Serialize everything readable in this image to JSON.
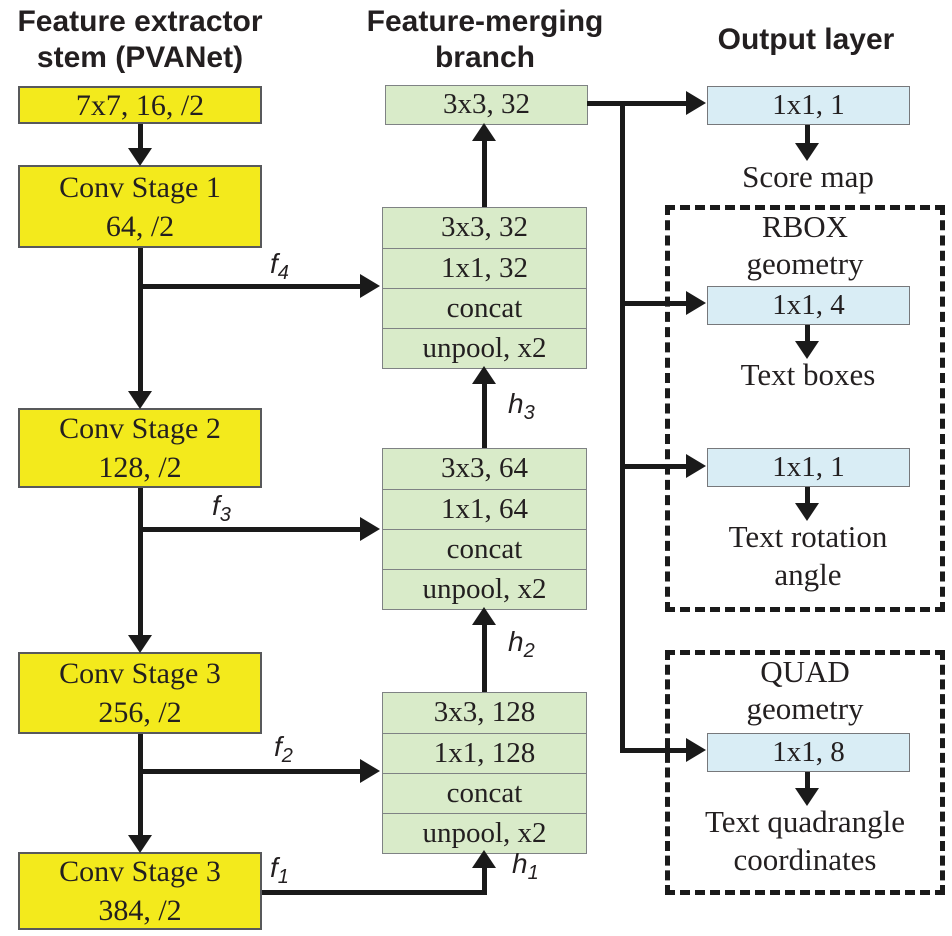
{
  "headers": {
    "stem": {
      "line1": "Feature extractor",
      "line2": "stem (PVANet)"
    },
    "merge": {
      "line1": "Feature-merging",
      "line2": "branch"
    },
    "output": "Output layer"
  },
  "stem_column": {
    "boxes": [
      {
        "line1": "7x7, 16, /2",
        "line2": ""
      },
      {
        "line1": "Conv Stage 1",
        "line2": "64, /2"
      },
      {
        "line1": "Conv Stage 2",
        "line2": "128, /2"
      },
      {
        "line1": "Conv Stage 3",
        "line2": "256, /2"
      },
      {
        "line1": "Conv Stage 3",
        "line2": "384, /2"
      }
    ],
    "feature_labels": {
      "f4": {
        "letter": "f",
        "sub": "4"
      },
      "f3": {
        "letter": "f",
        "sub": "3"
      },
      "f2": {
        "letter": "f",
        "sub": "2"
      },
      "f1": {
        "letter": "f",
        "sub": "1"
      }
    }
  },
  "merge_branch": {
    "top_box": "3x3, 32",
    "stacks": [
      {
        "rows": [
          "3x3, 32",
          "1x1, 32",
          "concat",
          "unpool, x2"
        ]
      },
      {
        "rows": [
          "3x3, 64",
          "1x1, 64",
          "concat",
          "unpool, x2"
        ]
      },
      {
        "rows": [
          "3x3, 128",
          "1x1, 128",
          "concat",
          "unpool, x2"
        ]
      }
    ],
    "hidden_labels": {
      "h3": {
        "letter": "h",
        "sub": "3"
      },
      "h2": {
        "letter": "h",
        "sub": "2"
      },
      "h1": {
        "letter": "h",
        "sub": "1"
      }
    }
  },
  "output_layer": {
    "score": {
      "conv": "1x1, 1",
      "caption": "Score map"
    },
    "rbox": {
      "title": "RBOX",
      "subtitle": "geometry",
      "boxes_conv": "1x1, 4",
      "boxes_caption": "Text boxes",
      "angle_conv": "1x1, 1",
      "angle_caption": "Text rotation angle"
    },
    "quad": {
      "title": "QUAD",
      "subtitle": "geometry",
      "conv": "1x1, 8",
      "caption": "Text quadrangle coordinates"
    }
  },
  "colors": {
    "stem_fill": "#f3ea1c",
    "stem_border": "#58595b",
    "merge_fill": "#d9ebc9",
    "merge_border": "#7f8284",
    "output_fill": "#d9edf5",
    "output_border": "#77787b",
    "line": "#1a1a1a",
    "text": "#231f20",
    "background": "#ffffff"
  }
}
